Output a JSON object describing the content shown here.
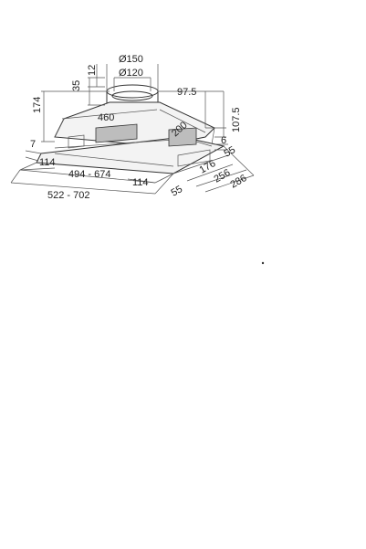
{
  "dimensions": {
    "d150": "Ø150",
    "d120": "Ø120",
    "h35": "35",
    "h12": "12",
    "h174": "174",
    "w97_5": "97.5",
    "h107_5": "107.5",
    "w460": "460",
    "d200": "200",
    "h7": "7",
    "h6": "6",
    "w114_left": "114",
    "w494_674": "494 - 674",
    "w114_right": "114",
    "w522_702": "522 - 702",
    "d176": "176",
    "d55_right": "55",
    "d256": "256",
    "d286": "286",
    "d55_bottom": "55"
  }
}
